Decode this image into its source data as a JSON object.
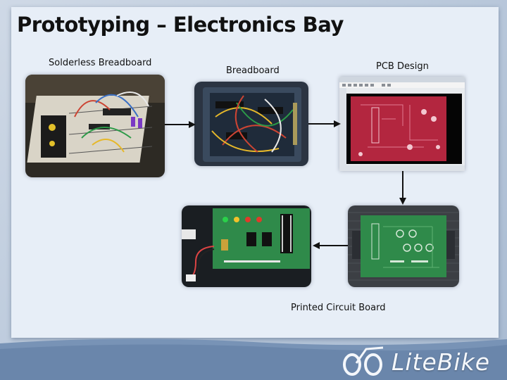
{
  "slide": {
    "title": "Prototyping – Electronics Bay"
  },
  "labels": {
    "solderless_breadboard": "Solderless Breadboard",
    "breadboard": "Breadboard",
    "pcb_design": "PCB Design",
    "printed_circuit_board": "Printed Circuit Board"
  },
  "logo": {
    "brand": "LiteBike",
    "icon": "bike-logo-icon"
  },
  "colors": {
    "panel": "#e7eef7",
    "footer": "#7390b5",
    "pcb_red": "#b3263f",
    "pcb_green": "#2f8a4a"
  }
}
